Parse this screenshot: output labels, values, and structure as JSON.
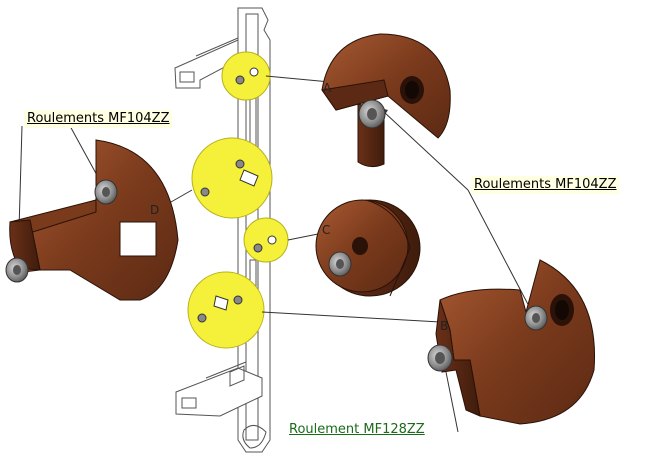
{
  "callouts": {
    "left_bearing": "Roulements MF104ZZ",
    "right_bearing": "Roulements MF104ZZ",
    "bottom_bearing": "Roulement MF128ZZ"
  },
  "part_letters": {
    "a": "A",
    "b": "B",
    "c": "C",
    "d": "D"
  },
  "colors": {
    "wood_dark": "#5c2a14",
    "wood_mid": "#8a4322",
    "wood_light": "#a85a32",
    "highlight": "#f5f03a",
    "callout_bg": "#ffffe1",
    "callout_green": "#1a6b1a"
  }
}
